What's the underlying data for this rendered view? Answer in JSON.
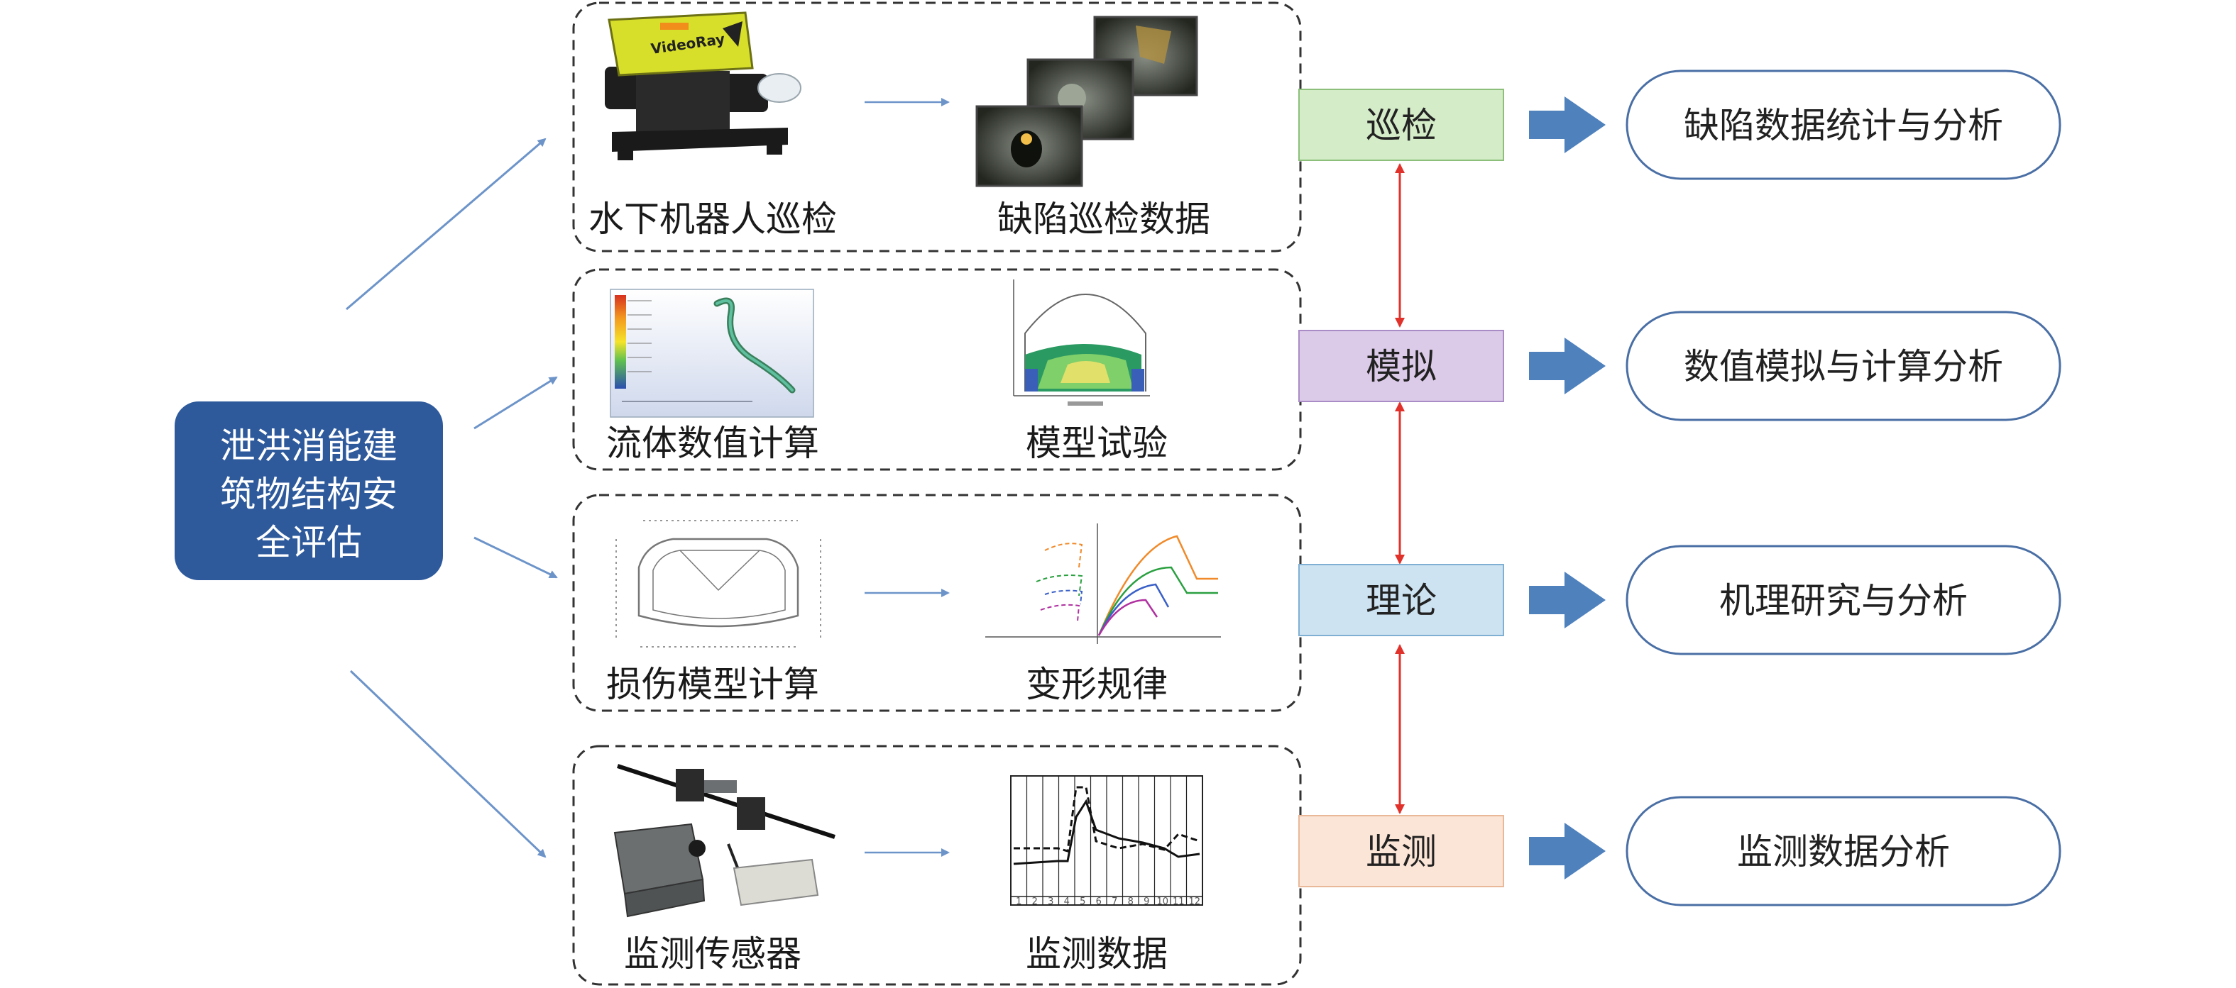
{
  "root": {
    "lines": [
      "泄洪消能建",
      "筑物结构安",
      "全评估"
    ]
  },
  "rows": [
    {
      "left_caption": "水下机器人巡检",
      "right_caption": "缺陷巡检数据",
      "method": "巡检",
      "output": "缺陷数据统计与分析"
    },
    {
      "left_caption": "流体数值计算",
      "right_caption": "模型试验",
      "method": "模拟",
      "output": "数值模拟与计算分析"
    },
    {
      "left_caption": "损伤模型计算",
      "right_caption": "变形规律",
      "method": "理论",
      "output": "机理研究与分析"
    },
    {
      "left_caption": "监测传感器",
      "right_caption": "监测数据",
      "method": "监测",
      "output": "监测数据分析"
    }
  ],
  "robot_brand": "VideoRay",
  "monitor_chart_ticks": [
    "1",
    "2",
    "3",
    "4",
    "5",
    "6",
    "7",
    "8",
    "9",
    "10",
    "11",
    "12"
  ],
  "colors": {
    "root_fill": "#2e5a9c",
    "method_fills": [
      "#d4ecc8",
      "#dccbe8",
      "#cde3f1",
      "#fbe5d6"
    ],
    "method_strokes": [
      "#8cc07a",
      "#a98cc6",
      "#7fb0d4",
      "#e8b898"
    ],
    "arrow_blue": "#4f81bd",
    "link_red": "#e0312b",
    "thin_blue": "#6d94c9"
  }
}
